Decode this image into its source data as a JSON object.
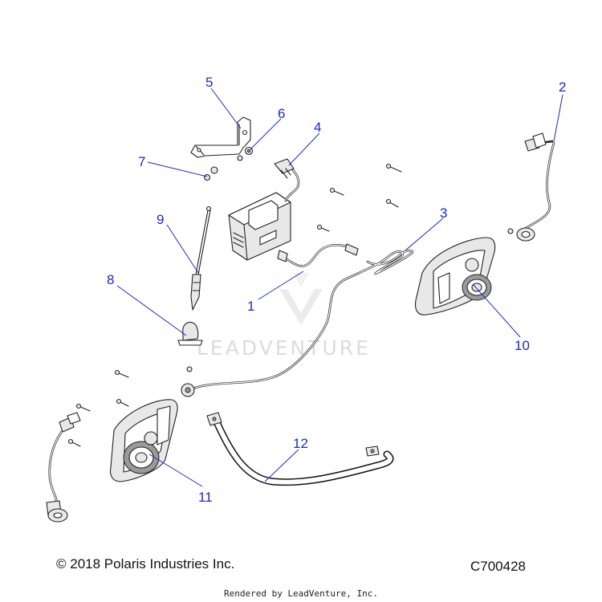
{
  "watermark": {
    "brand": "LEADVENTURE"
  },
  "callouts": [
    {
      "id": "1",
      "label": "1"
    },
    {
      "id": "2",
      "label": "2"
    },
    {
      "id": "3",
      "label": "3"
    },
    {
      "id": "4",
      "label": "4"
    },
    {
      "id": "5",
      "label": "5"
    },
    {
      "id": "6",
      "label": "6"
    },
    {
      "id": "7",
      "label": "7"
    },
    {
      "id": "8",
      "label": "8"
    },
    {
      "id": "9",
      "label": "9"
    },
    {
      "id": "10",
      "label": "10"
    },
    {
      "id": "11",
      "label": "11"
    },
    {
      "id": "12",
      "label": "12"
    }
  ],
  "footer": {
    "copyright": "© 2018 Polaris Industries Inc.",
    "drawing_number": "C700428",
    "rendered_by": "Rendered by LeadVenture, Inc."
  },
  "colors": {
    "callout": "#1a2bc4",
    "line_art": "#222222",
    "watermark": "#dcdcdc"
  }
}
